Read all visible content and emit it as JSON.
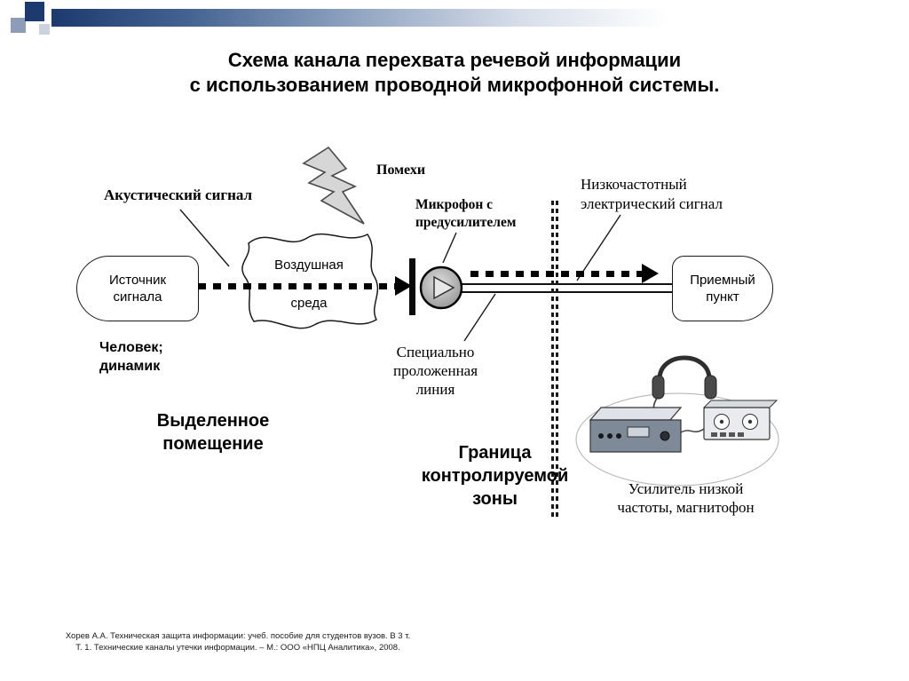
{
  "colors": {
    "navy": "#1d3a6e",
    "sq_mid": "#8d9cb8",
    "sq_light": "#ccd3de",
    "ink": "#1a1a1a",
    "bolt_fill": "#d6d6d6"
  },
  "title": {
    "line1": "Схема канала перехвата речевой информации",
    "line2": "с использованием проводной микрофонной системы."
  },
  "diagram": {
    "interference": "Помехи",
    "acoustic": "Акустический сигнал",
    "microphone": "Микрофон с\nпредусилителем",
    "lf_signal": "Низкочастотный\nэлектрический сигнал",
    "source": "Источник\nсигнала",
    "air": "Воздушная\nсреда",
    "receiver": "Приемный\nпункт",
    "human": "Человек;\nдинамик",
    "laid_line": "Специально\nпроложенная\nлиния",
    "room": "Выделенное\nпомещение",
    "zone": "Граница\nконтролируемой\nзоны",
    "amplifier": "Усилитель низкой\nчастоты, магнитофон"
  },
  "footer": {
    "line1": "Хорев А.А.  Техническая  защита информации: учеб. пособие для студентов вузов. В 3 т.",
    "line2": "Т. 1. Технические каналы утечки информации. – М.: ООО «НПЦ Аналитика», 2008."
  }
}
